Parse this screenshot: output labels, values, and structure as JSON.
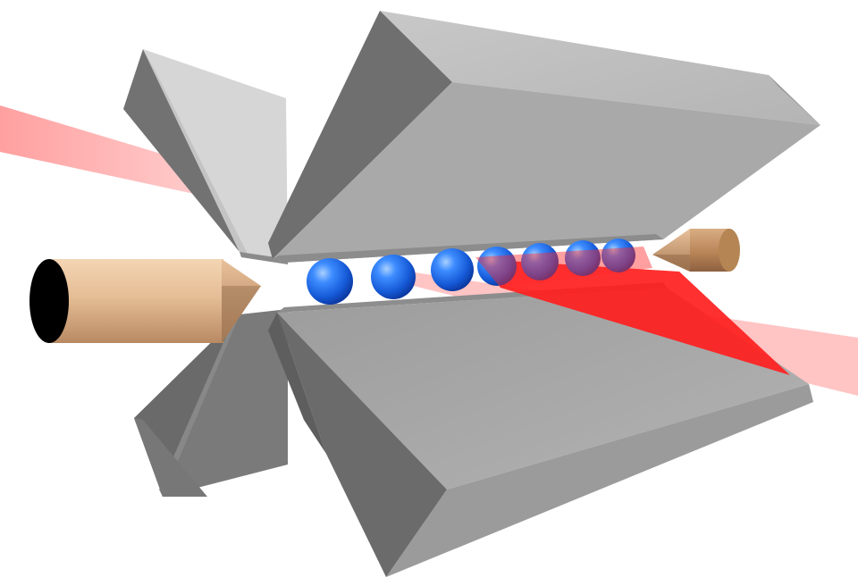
{
  "scene": {
    "ion_count": 7,
    "laser_beam_count": 2,
    "electrode_count": 4,
    "endcap_count": 2
  },
  "colors": {
    "background": "#ffffff",
    "electrode_light": "#bdbdbd",
    "electrode_mid": "#a4a4a4",
    "electrode_dark": "#6c6c6c",
    "electrode_shadow": "#5a5a5a",
    "laser_faint": "#ffb8b8",
    "laser_strong": "#ff2020",
    "ion": "#1f6ee8",
    "ion_highlight": "#9cc6ff",
    "endcap_copper": "#d7b08a",
    "endcap_copper_dark": "#a7835f"
  }
}
